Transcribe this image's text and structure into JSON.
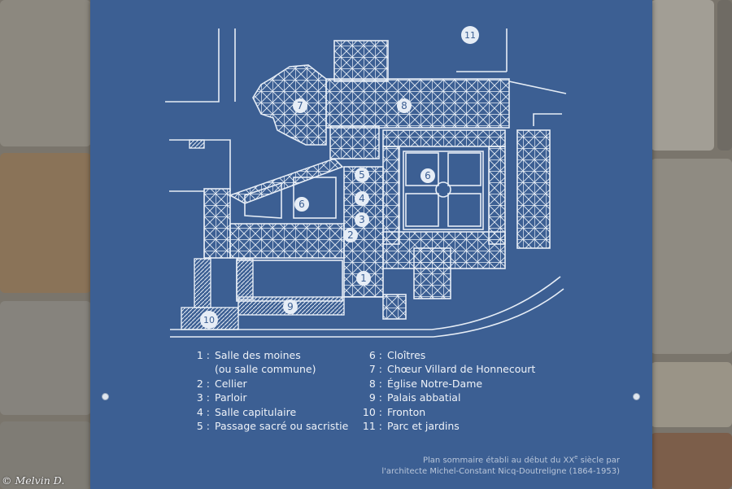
{
  "legend": {
    "left": [
      {
        "num": "1 :",
        "label": "Salle des moines"
      },
      {
        "num": "",
        "label": "(ou salle commune)"
      },
      {
        "num": "2 :",
        "label": "Cellier"
      },
      {
        "num": "3 :",
        "label": "Parloir"
      },
      {
        "num": "4 :",
        "label": "Salle capitulaire"
      },
      {
        "num": "5 :",
        "label": "Passage sacré ou sacristie"
      }
    ],
    "right": [
      {
        "num": "6 :",
        "label": "Cloîtres"
      },
      {
        "num": "7 :",
        "label": "Chœur Villard de Honnecourt"
      },
      {
        "num": "8 :",
        "label": "Église Notre-Dame"
      },
      {
        "num": "9 :",
        "label": "Palais abbatial"
      },
      {
        "num": "10 :",
        "label": "Fronton"
      },
      {
        "num": "11 :",
        "label": "Parc et jardins"
      }
    ]
  },
  "credit": {
    "line1_before": "Plan sommaire établi au début du XX",
    "line1_sup": "e",
    "line1_after": " siècle par",
    "line2": "l'architecte Michel-Constant Nicq-Doutreligne (1864-1953)"
  },
  "watermark": "© Melvin D.",
  "plan_labels": {
    "n1": "1",
    "n2": "2",
    "n3": "3",
    "n4": "4",
    "n5": "5",
    "n6a": "6",
    "n6b": "6",
    "n7": "7",
    "n8": "8",
    "n9": "9",
    "n10": "10",
    "n11": "11"
  },
  "colors": {
    "panel": "#3c5f93",
    "plan_lines": "#e6edf6",
    "legend_text": "#eef2f8",
    "stone_wall": "#7a756c"
  }
}
